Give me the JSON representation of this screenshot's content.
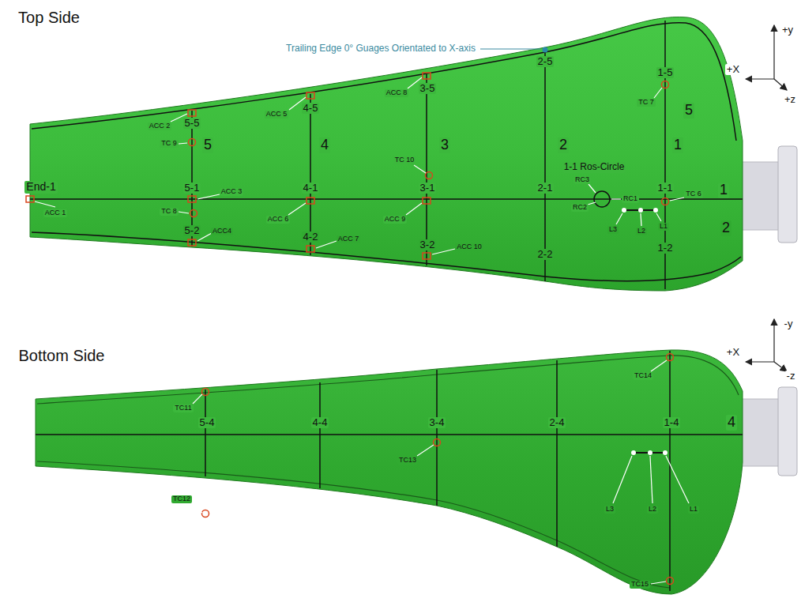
{
  "diagram": {
    "labels": [
      "Top Side",
      "Trailing Edge 0° Guages Orientated to X-axis",
      "2-5",
      "1-5",
      "TC 7",
      "5",
      "ACC 8",
      "3-5",
      "ACC 5",
      "4-5",
      "ACC 2",
      "5-5",
      "TC 9",
      "5",
      "4",
      "3",
      "2",
      "1",
      "TC 10",
      "1-1 Ros-Circle",
      "RC3",
      "End-1",
      "5-1",
      "ACC 3",
      "4-1",
      "3-1",
      "2-1",
      "RC1",
      "1-1",
      "TC 6",
      "1",
      "RC2",
      "ACC 1",
      "TC 8",
      "ACC 6",
      "ACC 9",
      "L3",
      "L2",
      "L1",
      "2",
      "5-2",
      "ACC4",
      "4-2",
      "ACC 7",
      "3-2",
      "ACC 10",
      "2-2",
      "1-2",
      "+y",
      "+X",
      "+z",
      "Bottom Side",
      "-y",
      "+X",
      "-z",
      "TC14",
      "TC11",
      "5-4",
      "4-4",
      "3-4",
      "2-4",
      "1-4",
      "4",
      "TC13",
      "L3",
      "L2",
      "L1",
      "TC12",
      "TC15"
    ]
  }
}
